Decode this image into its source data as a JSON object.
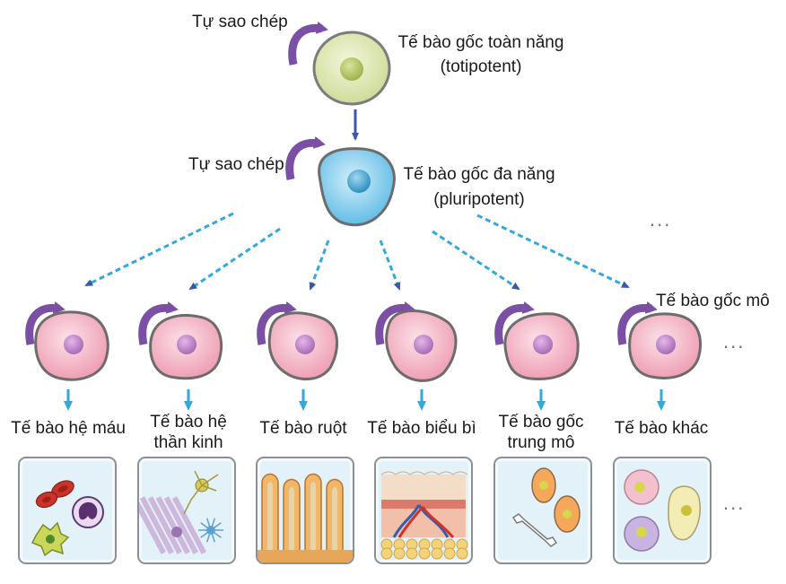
{
  "top": {
    "self_renew_label": "Tự sao chép",
    "name": "Tế bào gốc toàn năng",
    "type": "(totipotent)"
  },
  "middle": {
    "self_renew_label": "Tự sao chép",
    "name": "Tế bào gốc đa năng",
    "type": "(pluripotent)"
  },
  "tissue_stem_label": "Tế bào gốc mô",
  "ellipsis": "...",
  "lineages": [
    {
      "id": "blood",
      "line1": "Tế bào hệ máu",
      "line2": ""
    },
    {
      "id": "neural",
      "line1": "Tế bào hệ",
      "line2": "thần kinh"
    },
    {
      "id": "intestinal",
      "line1": "Tế bào ruột",
      "line2": ""
    },
    {
      "id": "epidermal",
      "line1": "Tế bào biểu bì",
      "line2": ""
    },
    {
      "id": "mesenchymal",
      "line1": "Tế bào gốc",
      "line2": "trung mô"
    },
    {
      "id": "other",
      "line1": "Tế bào khác",
      "line2": ""
    }
  ],
  "colors": {
    "totipotent_cell": "#dfe8b8",
    "pluripotent_cell": "#8fd0ee",
    "tissue_stem_cell": "#f3b3c3",
    "self_renew_arrow": "#7b4fa3",
    "arrow_dark": "#3d56a6",
    "arrow_light": "#33a9d8"
  }
}
